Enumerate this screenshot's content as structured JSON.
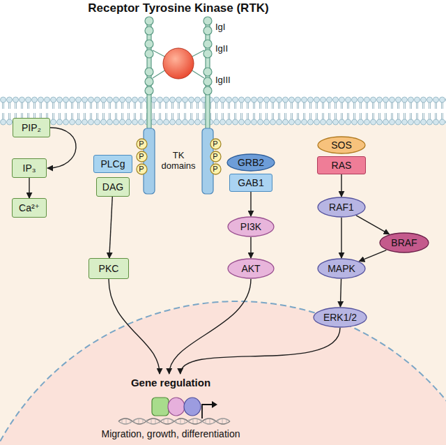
{
  "diagram": {
    "title": "Receptor Tyrosine Kinase (RTK)",
    "nodes": [
      {
        "text": [
          "PIP₂"
        ]
      },
      {
        "text": [
          "PLCg"
        ]
      },
      {
        "text": [
          "IP₃"
        ]
      },
      {
        "text": [
          "DAG"
        ]
      },
      {
        "text": [
          "Ca²⁺"
        ]
      },
      {
        "text": [
          "PKC"
        ]
      },
      {
        "text": [
          "GRB2"
        ]
      },
      {
        "text": [
          "GAB1"
        ]
      },
      {
        "text": [
          "PI3K"
        ]
      },
      {
        "text": [
          "AKT"
        ]
      },
      {
        "text": [
          "SOS"
        ]
      },
      {
        "text": [
          "RAS"
        ]
      },
      {
        "text": [
          "RAF1"
        ]
      },
      {
        "text": [
          "BRAF"
        ]
      },
      {
        "text": [
          "MAPK"
        ]
      },
      {
        "text": [
          "ERK1/2"
        ]
      },
      {
        "text": [
          "Gene regulation",
          "Migration, growth, differentiation"
        ]
      },
      {
        "text": [
          "P"
        ]
      },
      {
        "text": [
          "P"
        ]
      },
      {
        "text": [
          "P"
        ]
      },
      {
        "text": [
          "P"
        ]
      },
      {
        "text": [
          "P"
        ]
      },
      {
        "text": [
          "P"
        ]
      }
    ],
    "edges": [
      {
        "from": 0,
        "to": 2,
        "arrow": "to"
      },
      {
        "from": 2,
        "to": 4,
        "arrow": "to"
      },
      {
        "from": 3,
        "to": 5,
        "arrow": "to"
      },
      {
        "from": 7,
        "to": 8,
        "arrow": "to"
      },
      {
        "from": 8,
        "to": 9,
        "arrow": "to"
      },
      {
        "from": 11,
        "to": 12,
        "arrow": "to"
      },
      {
        "from": 12,
        "to": 13,
        "arrow": "to"
      },
      {
        "from": 12,
        "to": 14,
        "arrow": "to"
      },
      {
        "from": 13,
        "to": 14,
        "arrow": "to"
      },
      {
        "from": 14,
        "to": 15,
        "arrow": "to"
      },
      {
        "from": 5,
        "to": 16,
        "arrow": "to"
      },
      {
        "from": 9,
        "to": 16,
        "arrow": "to"
      },
      {
        "from": 15,
        "to": 16,
        "arrow": "to"
      }
    ],
    "labels": [
      "IgI",
      "IgII",
      "IgIII",
      "TK domains"
    ]
  }
}
